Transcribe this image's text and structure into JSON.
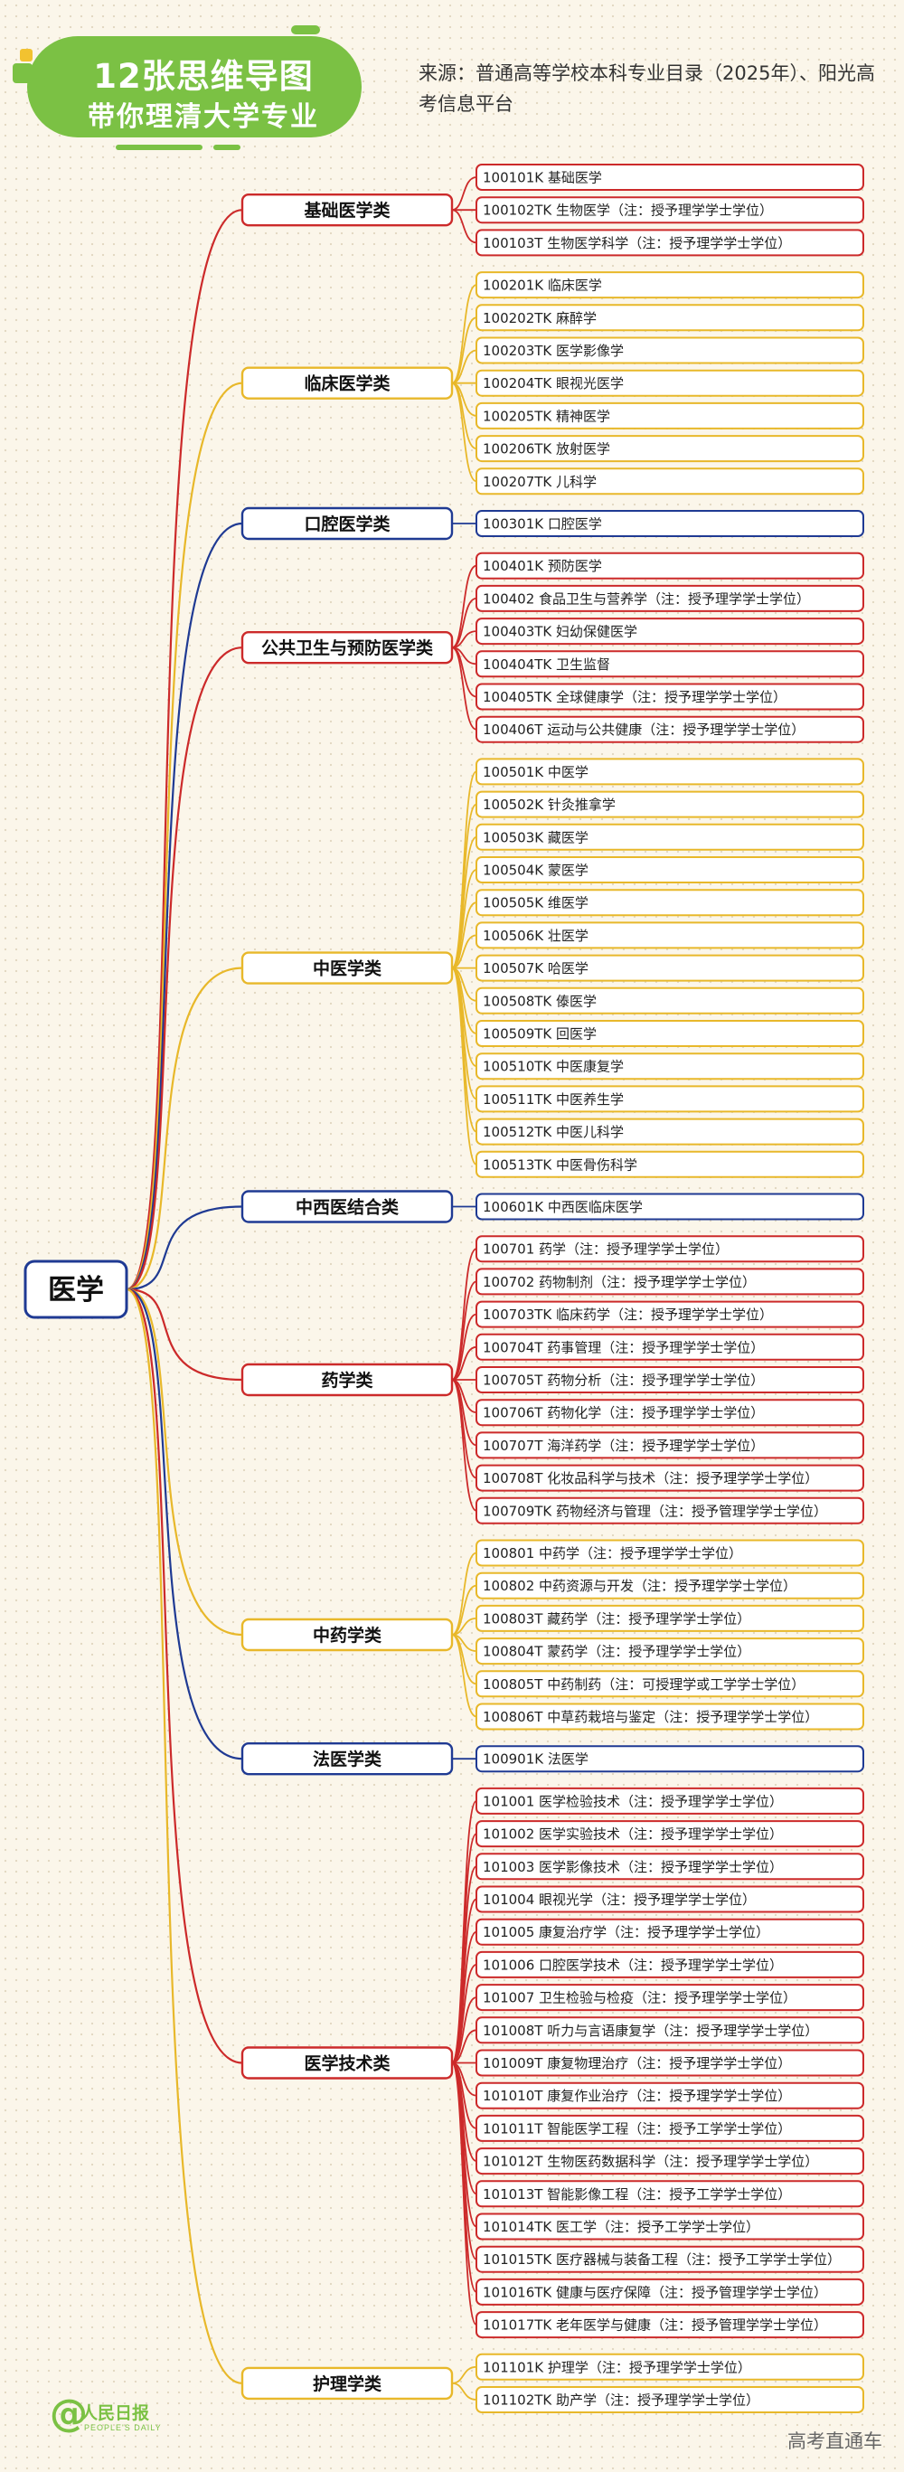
{
  "header": {
    "title_line1": "12张思维导图",
    "title_line2": "带你理清大学专业",
    "source": "来源：普通高等学校本科专业目录（2025年）、阳光高考信息平台"
  },
  "footer": {
    "logo_mark": "@",
    "logo_cn": "人民日报",
    "logo_en": "PEOPLE'S DAILY",
    "right_text": "高考直通车"
  },
  "colors": {
    "red": "#cc2a2a",
    "gold": "#e8b82a",
    "blue": "#1f3a93",
    "green": "#7bc144"
  },
  "mindmap": {
    "root": "医学",
    "categories": [
      {
        "name": "基础医学类",
        "color": "red",
        "majors": [
          "100101K 基础医学",
          "100102TK 生物医学（注：授予理学学士学位）",
          "100103T 生物医学科学（注：授予理学学士学位）"
        ]
      },
      {
        "name": "临床医学类",
        "color": "gold",
        "majors": [
          "100201K 临床医学",
          "100202TK 麻醉学",
          "100203TK 医学影像学",
          "100204TK 眼视光医学",
          "100205TK 精神医学",
          "100206TK 放射医学",
          "100207TK 儿科学"
        ]
      },
      {
        "name": "口腔医学类",
        "color": "blue",
        "majors": [
          "100301K 口腔医学"
        ]
      },
      {
        "name": "公共卫生与预防医学类",
        "color": "red",
        "majors": [
          "100401K 预防医学",
          "100402 食品卫生与营养学（注：授予理学学士学位）",
          "100403TK 妇幼保健医学",
          "100404TK 卫生监督",
          "100405TK 全球健康学（注：授予理学学士学位）",
          "100406T 运动与公共健康（注：授予理学学士学位）"
        ]
      },
      {
        "name": "中医学类",
        "color": "gold",
        "majors": [
          "100501K 中医学",
          "100502K 针灸推拿学",
          "100503K 藏医学",
          "100504K 蒙医学",
          "100505K 维医学",
          "100506K 壮医学",
          "100507K 哈医学",
          "100508TK 傣医学",
          "100509TK 回医学",
          "100510TK 中医康复学",
          "100511TK 中医养生学",
          "100512TK 中医儿科学",
          "100513TK 中医骨伤科学"
        ]
      },
      {
        "name": "中西医结合类",
        "color": "blue",
        "majors": [
          "100601K 中西医临床医学"
        ]
      },
      {
        "name": "药学类",
        "color": "red",
        "majors": [
          "100701 药学（注：授予理学学士学位）",
          "100702 药物制剂（注：授予理学学士学位）",
          "100703TK 临床药学（注：授予理学学士学位）",
          "100704T 药事管理（注：授予理学学士学位）",
          "100705T 药物分析（注：授予理学学士学位）",
          "100706T 药物化学（注：授予理学学士学位）",
          "100707T 海洋药学（注：授予理学学士学位）",
          "100708T 化妆品科学与技术（注：授予理学学士学位）",
          "100709TK 药物经济与管理（注：授予管理学学士学位）"
        ]
      },
      {
        "name": "中药学类",
        "color": "gold",
        "majors": [
          "100801 中药学（注：授予理学学士学位）",
          "100802 中药资源与开发（注：授予理学学士学位）",
          "100803T 藏药学（注：授予理学学士学位）",
          "100804T 蒙药学（注：授予理学学士学位）",
          "100805T 中药制药（注：可授理学或工学学士学位）",
          "100806T 中草药栽培与鉴定（注：授予理学学士学位）"
        ]
      },
      {
        "name": "法医学类",
        "color": "blue",
        "majors": [
          "100901K 法医学"
        ]
      },
      {
        "name": "医学技术类",
        "color": "red",
        "majors": [
          "101001 医学检验技术（注：授予理学学士学位）",
          "101002 医学实验技术（注：授予理学学士学位）",
          "101003 医学影像技术（注：授予理学学士学位）",
          "101004 眼视光学（注：授予理学学士学位）",
          "101005 康复治疗学（注：授予理学学士学位）",
          "101006 口腔医学技术（注：授予理学学士学位）",
          "101007 卫生检验与检疫（注：授予理学学士学位）",
          "101008T 听力与言语康复学（注：授予理学学士学位）",
          "101009T 康复物理治疗（注：授予理学学士学位）",
          "101010T 康复作业治疗（注：授予理学学士学位）",
          "101011T 智能医学工程（注：授予工学学士学位）",
          "101012T 生物医药数据科学（注：授予理学学士学位）",
          "101013T 智能影像工程（注：授予工学学士学位）",
          "101014TK 医工学（注：授予工学学士学位）",
          "101015TK 医疗器械与装备工程（注：授予工学学士学位）",
          "101016TK 健康与医疗保障（注：授予管理学学士学位）",
          "101017TK 老年医学与健康（注：授予管理学学士学位）"
        ]
      },
      {
        "name": "护理学类",
        "color": "gold",
        "majors": [
          "101101K 护理学（注：授予理学学士学位）",
          "101102TK 助产学（注：授予理学学士学位）"
        ]
      }
    ]
  }
}
